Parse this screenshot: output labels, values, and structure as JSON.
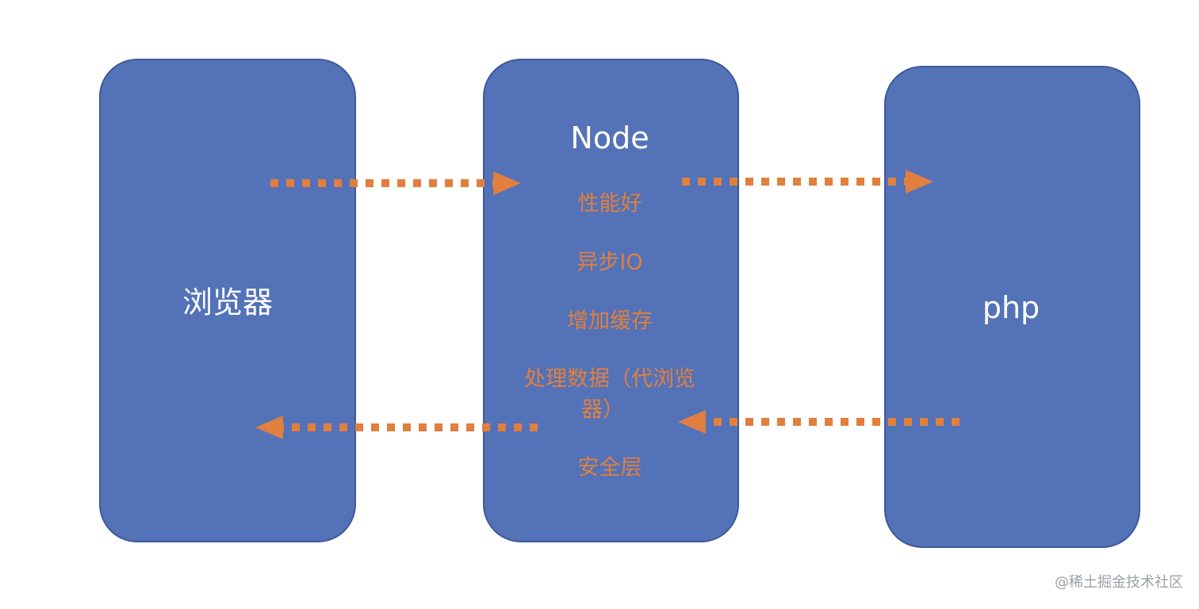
{
  "nodes": {
    "browser": {
      "label": "浏览器"
    },
    "node": {
      "label": "Node",
      "features": [
        "性能好",
        "异步IO",
        "增加缓存",
        "处理数据（代浏览",
        "器）",
        "安全层"
      ]
    },
    "php": {
      "label": "php"
    }
  },
  "colors": {
    "box_fill": "#5372b8",
    "box_border": "#3f5a98",
    "feature_text": "#e07f3e",
    "arrow": "#e07f3e",
    "label_text": "#ffffff"
  },
  "watermark": "@稀土掘金技术社区"
}
